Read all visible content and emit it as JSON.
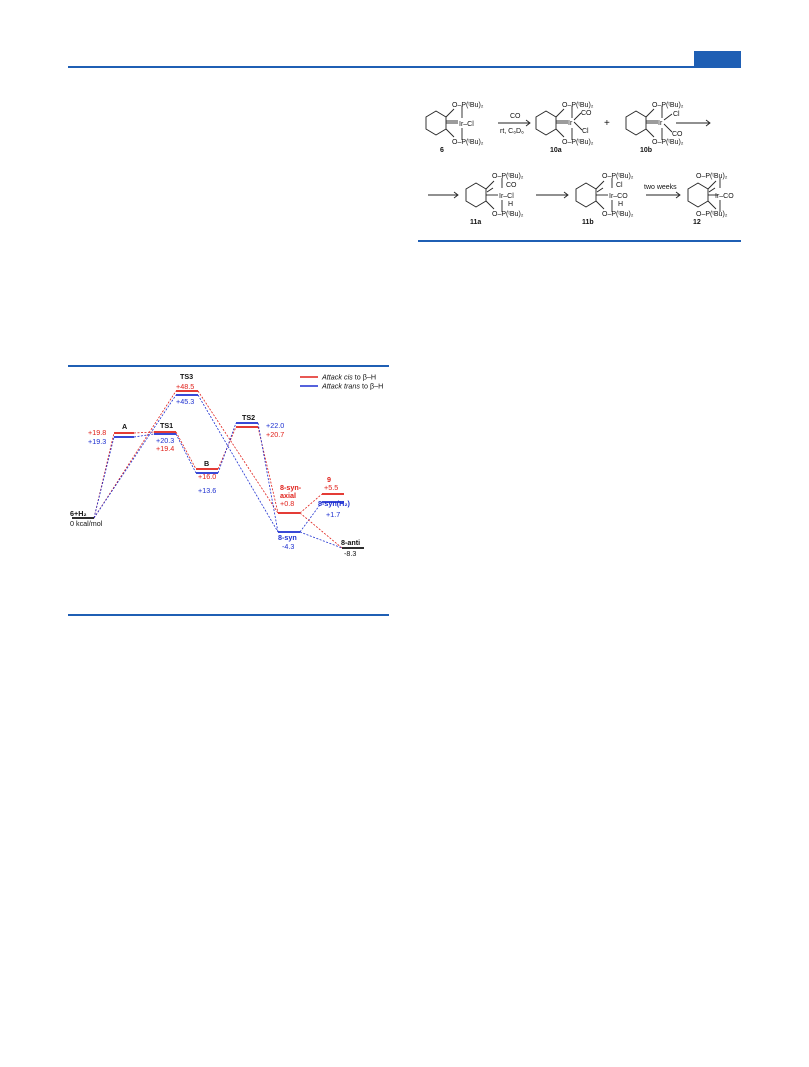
{
  "header": {
    "tab_color": "#1f5fb4"
  },
  "scheme": {
    "ligand_upper": "O–P(ᵗBu)₂",
    "ligand_lower": "O–P(ᵗBu)₂",
    "row1": {
      "compound_6_label": "6",
      "compound_6_metal": "Ir–Cl",
      "arrow1_reagent": "CO",
      "arrow1_conditions": "rt, C₆D₆",
      "compound_10a_label": "10a",
      "compound_10a_ligand_co": "CO",
      "compound_10a_ligand_cl": "Cl",
      "plus": "+",
      "compound_10b_label": "10b",
      "compound_10b_ligand_cl": "Cl",
      "compound_10b_ligand_co": "CO"
    },
    "row2": {
      "compound_11a_label": "11a",
      "compound_11a_co": "CO",
      "compound_11a_metal": "Ir–Cl",
      "compound_11a_h": "H",
      "compound_11b_label": "11b",
      "compound_11b_cl": "Cl",
      "compound_11b_metal": "Ir–CO",
      "compound_11b_h": "H",
      "arrow_label": "two weeks",
      "compound_12_label": "12",
      "compound_12_metal": "Ir–CO"
    }
  },
  "energy_diagram": {
    "legend": [
      {
        "label_italic": "Attack cis",
        "label_rest": " to β–H",
        "color": "#e0201a"
      },
      {
        "label_italic": "Attack trans",
        "label_rest": " to β–H",
        "color": "#1d2fd0"
      }
    ],
    "colors": {
      "red": "#e0201a",
      "blue": "#1d2fd0",
      "black": "#111111"
    },
    "unit": "kcal/mol",
    "levels": {
      "start": {
        "label": "6+H₂",
        "value": "0 kcal/mol"
      },
      "A": {
        "label": "A",
        "red": "+19.8",
        "blue": "+19.3"
      },
      "TS1": {
        "label": "TS1",
        "blue": "+20.3",
        "red": "+19.4"
      },
      "TS3": {
        "label": "TS3",
        "red": "+48.5",
        "blue": "+45.3"
      },
      "B": {
        "label": "B",
        "red": "+16.0",
        "blue": "+13.6"
      },
      "TS2": {
        "label": "TS2",
        "blue": "+22.0",
        "red": "+20.7"
      },
      "syn_axial": {
        "label_line1": "8-syn-",
        "label_line2": "axial",
        "value": "+0.8"
      },
      "syn": {
        "label": "8-syn",
        "value": "-4.3"
      },
      "nine": {
        "label": "9",
        "value": "+5.5"
      },
      "syn_h2": {
        "label": "8-syn(H₂)",
        "value": "+1.7"
      },
      "anti": {
        "label": "8-anti",
        "value": "-8.3"
      }
    }
  }
}
